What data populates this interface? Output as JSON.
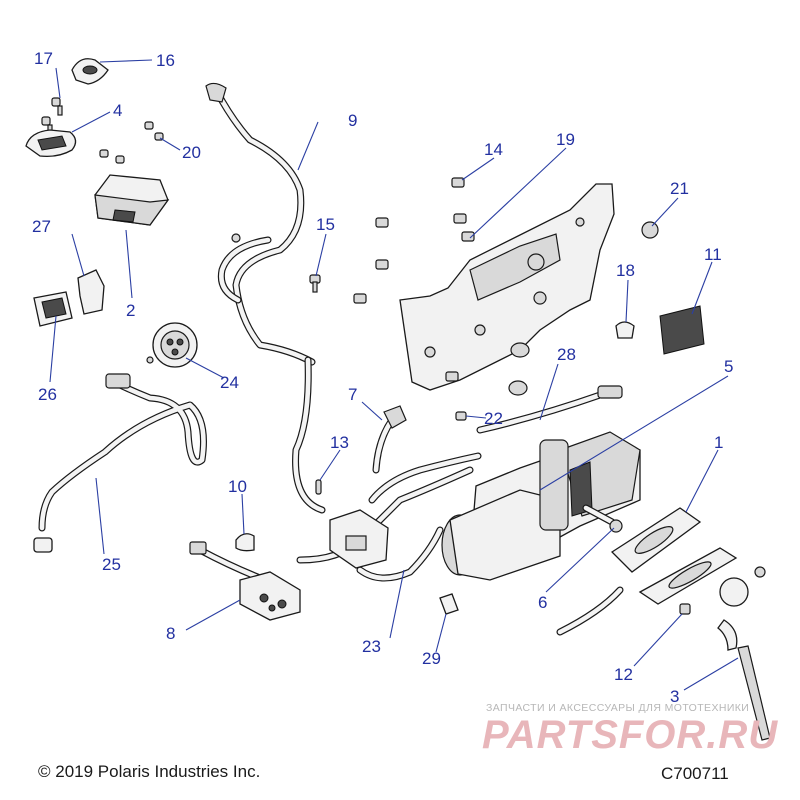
{
  "diagram": {
    "callouts": [
      {
        "id": "1",
        "label": "1"
      },
      {
        "id": "2",
        "label": "2"
      },
      {
        "id": "3",
        "label": "3"
      },
      {
        "id": "4",
        "label": "4"
      },
      {
        "id": "5",
        "label": "5"
      },
      {
        "id": "6",
        "label": "6"
      },
      {
        "id": "7",
        "label": "7"
      },
      {
        "id": "8",
        "label": "8"
      },
      {
        "id": "9",
        "label": "9"
      },
      {
        "id": "10",
        "label": "10"
      },
      {
        "id": "11",
        "label": "11"
      },
      {
        "id": "12",
        "label": "12"
      },
      {
        "id": "13",
        "label": "13"
      },
      {
        "id": "14",
        "label": "14"
      },
      {
        "id": "15",
        "label": "15"
      },
      {
        "id": "16",
        "label": "16"
      },
      {
        "id": "17",
        "label": "17"
      },
      {
        "id": "18",
        "label": "18"
      },
      {
        "id": "19",
        "label": "19"
      },
      {
        "id": "20",
        "label": "20"
      },
      {
        "id": "21",
        "label": "21"
      },
      {
        "id": "22",
        "label": "22"
      },
      {
        "id": "23",
        "label": "23"
      },
      {
        "id": "24",
        "label": "24"
      },
      {
        "id": "25",
        "label": "25"
      },
      {
        "id": "26",
        "label": "26"
      },
      {
        "id": "27",
        "label": "27"
      },
      {
        "id": "28",
        "label": "28"
      },
      {
        "id": "29",
        "label": "29"
      }
    ],
    "callout_color": "#2230a0"
  },
  "footer": {
    "copyright": "© 2019 Polaris Industries Inc.",
    "figure_id": "C700711"
  },
  "watermark": {
    "tagline": "ЗАПЧАСТИ И АКСЕССУАРЫ ДЛЯ МОТОТЕХНИКИ",
    "logo": "PARTSFOR.RU",
    "color": "#e8b6ba"
  }
}
